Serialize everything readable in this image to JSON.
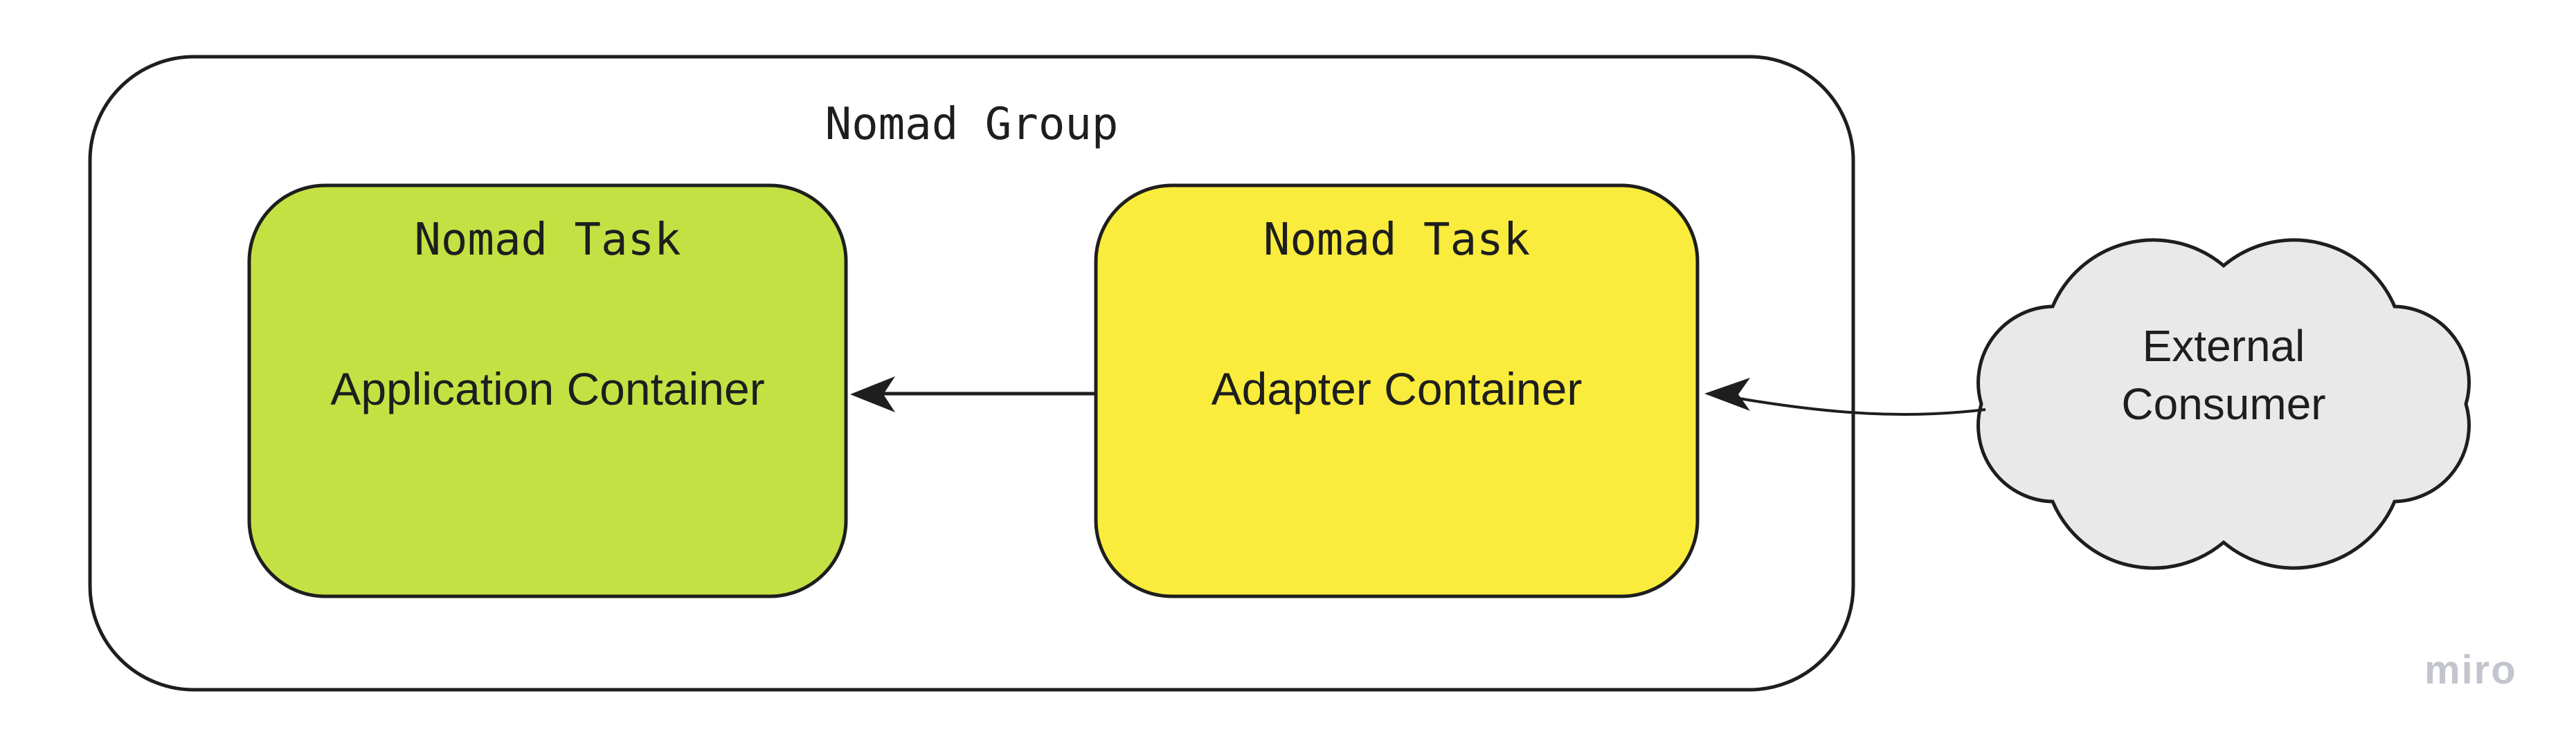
{
  "group": {
    "title": "Nomad Group"
  },
  "tasks": [
    {
      "title": "Nomad Task",
      "label": "Application Container"
    },
    {
      "title": "Nomad Task",
      "label": "Adapter Container"
    }
  ],
  "cloud": {
    "label": "External Consumer"
  },
  "watermark": "miro",
  "colors": {
    "app_fill": "#c4e144",
    "adapter_fill": "#f9ec3c",
    "cloud_fill": "#e9e9e9",
    "stroke": "#1e1e1e",
    "background": "#ffffff",
    "watermark": "#c2c4ce"
  }
}
